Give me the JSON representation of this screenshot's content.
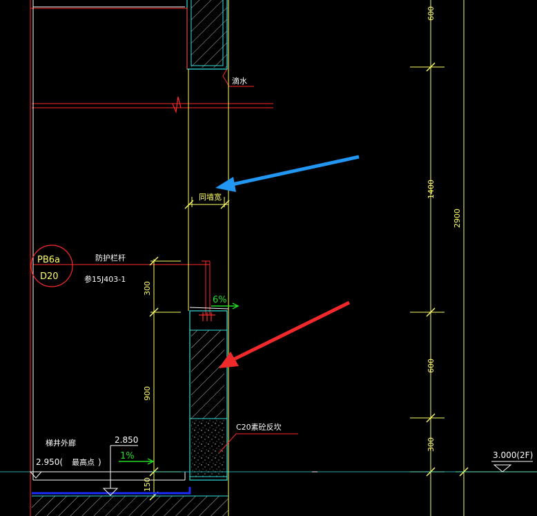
{
  "colors": {
    "background": "#000000",
    "red": "#ff2a2a",
    "yellow": "#ffff66",
    "white": "#ffffff",
    "cyan": "#36e0e0",
    "green": "#22dd22",
    "blue_arrow": "#2196f3",
    "red_arrow": "#f02a2a",
    "navy": "#1a2cff",
    "hatch": "#c8c8c8"
  },
  "icons": {
    "blue_arrow": "arrow-left-icon",
    "red_arrow": "arrow-down-left-icon"
  },
  "labels": {
    "drip": "滴水",
    "gap_width": "同墙宽",
    "railing": "防护栏杆",
    "railing_ref": "参15J403-1",
    "concrete": "C20素砼反坎",
    "slope_top": "6%",
    "slope_bottom": "1%",
    "stair_wall": "梯井外廊",
    "level_285": "2.850",
    "level_295": "2.950(",
    "level_highest": "最高点",
    "paren_close": ")",
    "floor_level": "3.000(2F)",
    "tag_top": "PB6a",
    "tag_bottom": "D20"
  },
  "dimensions": {
    "right_top": "600",
    "right_middle": "1400",
    "right_total": "2900",
    "right_lower": "600",
    "right_bottom": "300",
    "left_upper": "300",
    "left_middle": "900",
    "left_bottom": "150"
  }
}
